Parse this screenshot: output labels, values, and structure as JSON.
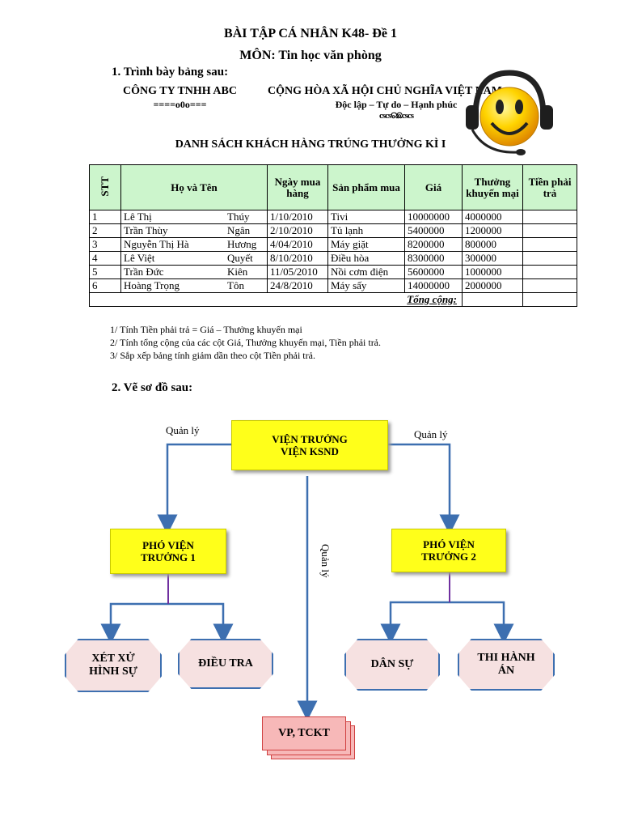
{
  "header": {
    "title": "BÀI TẬP CÁ NHÂN K48- Đề 1",
    "subject": "MÔN: Tin học văn phòng",
    "section1": "1.  Trình bày bảng sau:",
    "section2": "2.  Vẽ sơ đồ sau:"
  },
  "letterhead": {
    "company": "CÔNG TY TNHH ABC",
    "company_sep": "====o0o===",
    "republic": "CỘNG HÒA XÃ HỘI CHỦ NGHĨA VIỆT NAM",
    "motto": "Độc lập – Tự do – Hạnh phúc",
    "motto_sep": "cscsରଛcscs"
  },
  "list_title": "DANH SÁCH KHÁCH HÀNG TRÚNG THƯỞNG KÌ  I",
  "table": {
    "headers": [
      "STT",
      "Họ và Tên",
      "Ngày mua hàng",
      "Sản phẩm mua",
      "Giá",
      "Thưởng khuyến mại",
      "Tiền phải trả"
    ],
    "rows": [
      {
        "stt": "1",
        "first": "Lê Thị",
        "last": "Thúy",
        "date": "1/10/2010",
        "product": "Tivi",
        "price": "10000000",
        "bonus": "4000000"
      },
      {
        "stt": "2",
        "first": "Trần Thùy",
        "last": "Ngân",
        "date": "2/10/2010",
        "product": "Tủ lạnh",
        "price": "5400000",
        "bonus": "1200000"
      },
      {
        "stt": "3",
        "first": "Nguyễn Thị Hà",
        "last": "Hương",
        "date": "4/04/2010",
        "product": "Máy giặt",
        "price": "8200000",
        "bonus": "800000"
      },
      {
        "stt": "4",
        "first": "Lê Việt",
        "last": "Quyết",
        "date": "8/10/2010",
        "product": "Điều hòa",
        "price": "8300000",
        "bonus": "300000"
      },
      {
        "stt": "5",
        "first": "Trần Đức",
        "last": "Kiên",
        "date": "11/05/2010",
        "product": "Nồi cơm điện",
        "price": "5600000",
        "bonus": "1000000"
      },
      {
        "stt": "6",
        "first": "Hoàng Trọng",
        "last": "Tôn",
        "date": "24/8/2010",
        "product": "Máy sấy",
        "price": "14000000",
        "bonus": "2000000"
      }
    ],
    "total_label": "Tổng cộng:"
  },
  "tasks": [
    "1/ Tính Tiền phải trả = Giá – Thưởng khuyến mại",
    "2/ Tính tổng cộng của các cột Giá, Thưởng khuyến mại, Tiền phải trả.",
    "3/ Sắp xếp bảng tính giảm dần theo cột Tiền phải trả."
  ],
  "diagram": {
    "top": [
      "VIỆN TRƯỞNG",
      "VIỆN KSND"
    ],
    "deputy1": [
      "PHÓ VIỆN",
      "TRƯỞNG 1"
    ],
    "deputy2": [
      "PHÓ VIỆN",
      "TRƯỞNG 2"
    ],
    "leaf1": [
      "XÉT XỬ",
      "HÌNH SỰ"
    ],
    "leaf2": "ĐIỀU TRA",
    "leaf3": "DÂN SỰ",
    "leaf4": [
      "THI HÀNH",
      "ÁN"
    ],
    "office": "VP, TCKT",
    "manage_left": "Quản lý",
    "manage_right": "Quản lý",
    "manage_center": "Quản lý"
  },
  "colors": {
    "table_header": "#ccf5cc",
    "yellow_box": "#ffff1a",
    "pink_box": "#f6e1e1",
    "arrow": "#3d6fb0",
    "purple_line": "#7030a0"
  },
  "icons": [
    "smiley-headset-icon"
  ]
}
